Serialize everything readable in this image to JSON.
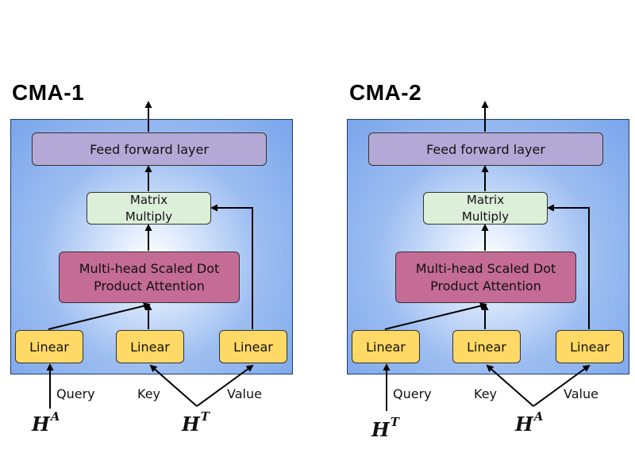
{
  "modules": [
    {
      "title": "CMA-1",
      "feed_forward": "Feed forward layer",
      "matrix_multiply": [
        "Matrix",
        "Multiply"
      ],
      "attention": [
        "Multi-head Scaled Dot",
        "Product Attention"
      ],
      "linear_labels": [
        "Linear",
        "Linear",
        "Linear"
      ],
      "inputs": {
        "query": "Query",
        "key": "Key",
        "value": "Value"
      },
      "query_source": {
        "base": "H",
        "sup": "A"
      },
      "keyvalue_source": {
        "base": "H",
        "sup": "T"
      }
    },
    {
      "title": "CMA-2",
      "feed_forward": "Feed forward layer",
      "matrix_multiply": [
        "Matrix",
        "Multiply"
      ],
      "attention": [
        "Multi-head Scaled Dot",
        "Product Attention"
      ],
      "linear_labels": [
        "Linear",
        "Linear",
        "Linear"
      ],
      "inputs": {
        "query": "Query",
        "key": "Key",
        "value": "Value"
      },
      "query_source": {
        "base": "H",
        "sup": "T"
      },
      "keyvalue_source": {
        "base": "H",
        "sup": "A"
      }
    }
  ],
  "colors": {
    "feed_forward": "#b4a9d6",
    "matrix_multiply": "#dcefd9",
    "attention": "#c46b96",
    "linear": "#fed966",
    "panel": "#7aa5ec"
  }
}
